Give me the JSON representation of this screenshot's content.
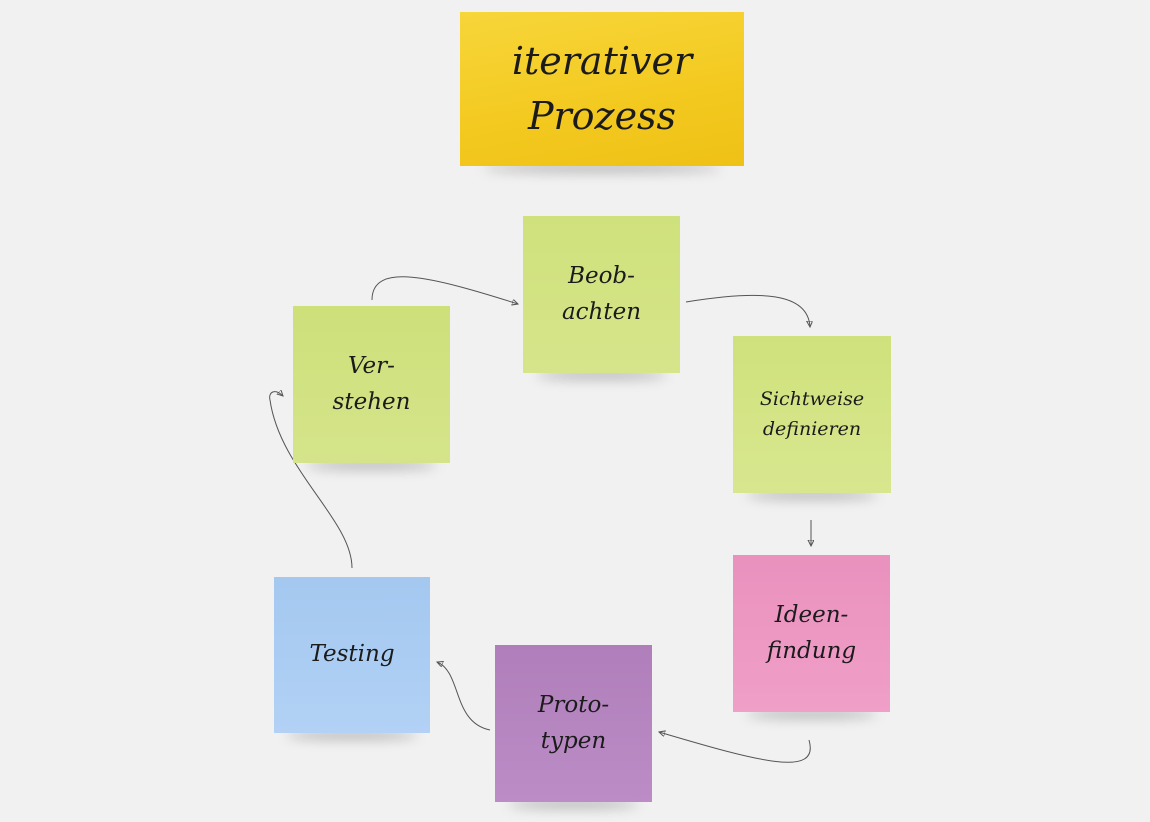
{
  "title": {
    "lines": [
      "iterativer",
      "Prozess"
    ]
  },
  "steps": {
    "beobachten": {
      "lines": [
        "Beob-",
        "achten"
      ]
    },
    "sichtweise": {
      "lines": [
        "Sichtweise",
        "definieren"
      ]
    },
    "ideenfindung": {
      "lines": [
        "Ideen-",
        "findung"
      ]
    },
    "prototypen": {
      "lines": [
        "Proto-",
        "typen"
      ]
    },
    "testing": {
      "lines": [
        "Testing"
      ]
    },
    "verstehen": {
      "lines": [
        "Ver-",
        "stehen"
      ]
    }
  },
  "colors": {
    "background": "#f1f1f1",
    "title_note": "#f3c91f",
    "green_note": "#d2e283",
    "pink_note": "#ec98c3",
    "purple_note": "#b586c0",
    "blue_note": "#a9cbf2",
    "arrow": "#555555"
  }
}
